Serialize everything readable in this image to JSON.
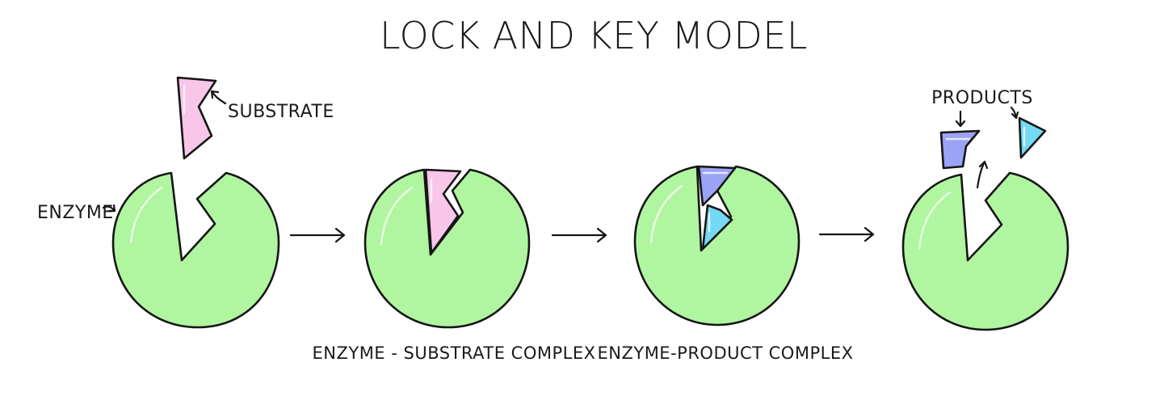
{
  "title": "LOCK AND KEY MODEL",
  "labels": {
    "substrate": "SUBSTRATE",
    "enzyme": "ENZYME",
    "products": "PRODUCTS"
  },
  "captions": {
    "enzyme_substrate_complex": "ENZYME - SUBSTRATE COMPLEX",
    "enzyme_product_complex": "ENZYME-PRODUCT COMPLEX"
  },
  "colors": {
    "enzyme": "#b0f5a0",
    "substrate": "#f8c6e8",
    "product_1": "#9aa3f5",
    "product_2": "#74d9f5",
    "ink": "#151515"
  }
}
